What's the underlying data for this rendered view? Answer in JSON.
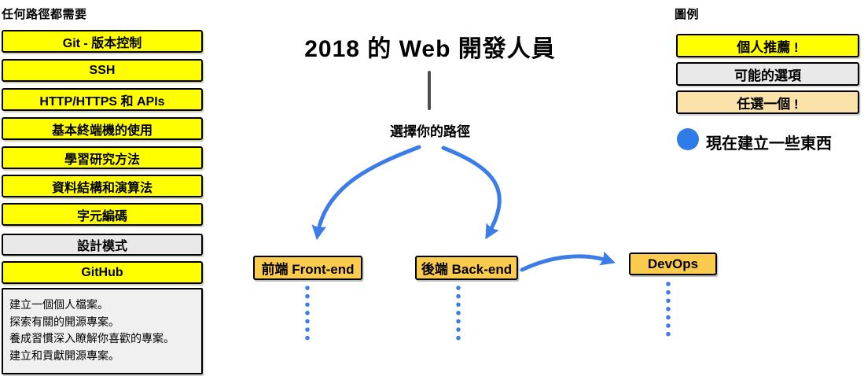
{
  "colors": {
    "recommended_yellow": "#FFFF00",
    "possible_gray": "#E9E9E9",
    "pick_orange": "#FBCB4E",
    "legend_tan": "#FAE2A9",
    "arrow_blue": "#3B7CE8",
    "divider_gray": "#4D4D4D"
  },
  "left_panel": {
    "title": "任何路徑都需要",
    "items": [
      {
        "label": "Git - 版本控制",
        "variant": "yellow"
      },
      {
        "label": "SSH",
        "variant": "yellow"
      },
      {
        "label": "HTTP/HTTPS 和 APIs",
        "variant": "yellow"
      },
      {
        "label": "基本終端機的使用",
        "variant": "yellow"
      },
      {
        "label": "學習研究方法",
        "variant": "yellow"
      },
      {
        "label": "資料結構和演算法",
        "variant": "yellow"
      },
      {
        "label": "字元編碼",
        "variant": "yellow"
      },
      {
        "label": "設計模式",
        "variant": "gray"
      },
      {
        "label": "GitHub",
        "variant": "yellow"
      }
    ],
    "github_notes": {
      "line1": "建立一個個人檔案。",
      "line2": "探索有關的開源專案。",
      "line3": "養成習慣深入瞭解你喜歡的專案。",
      "line4": "建立和貢獻開源專案。"
    }
  },
  "center": {
    "title": "2018 的 Web 開發人員",
    "subtitle": "選擇你的路徑",
    "paths": [
      {
        "label": "前端 Front-end"
      },
      {
        "label": "後端 Back-end"
      },
      {
        "label": "DevOps"
      }
    ]
  },
  "legend": {
    "title": "圖例",
    "items": [
      {
        "label": "個人推薦 !",
        "variant": "yellow"
      },
      {
        "label": "可能的選項",
        "variant": "gray"
      },
      {
        "label": "任選一個 !",
        "variant": "tan"
      }
    ],
    "build_note": "現在建立一些東西"
  }
}
